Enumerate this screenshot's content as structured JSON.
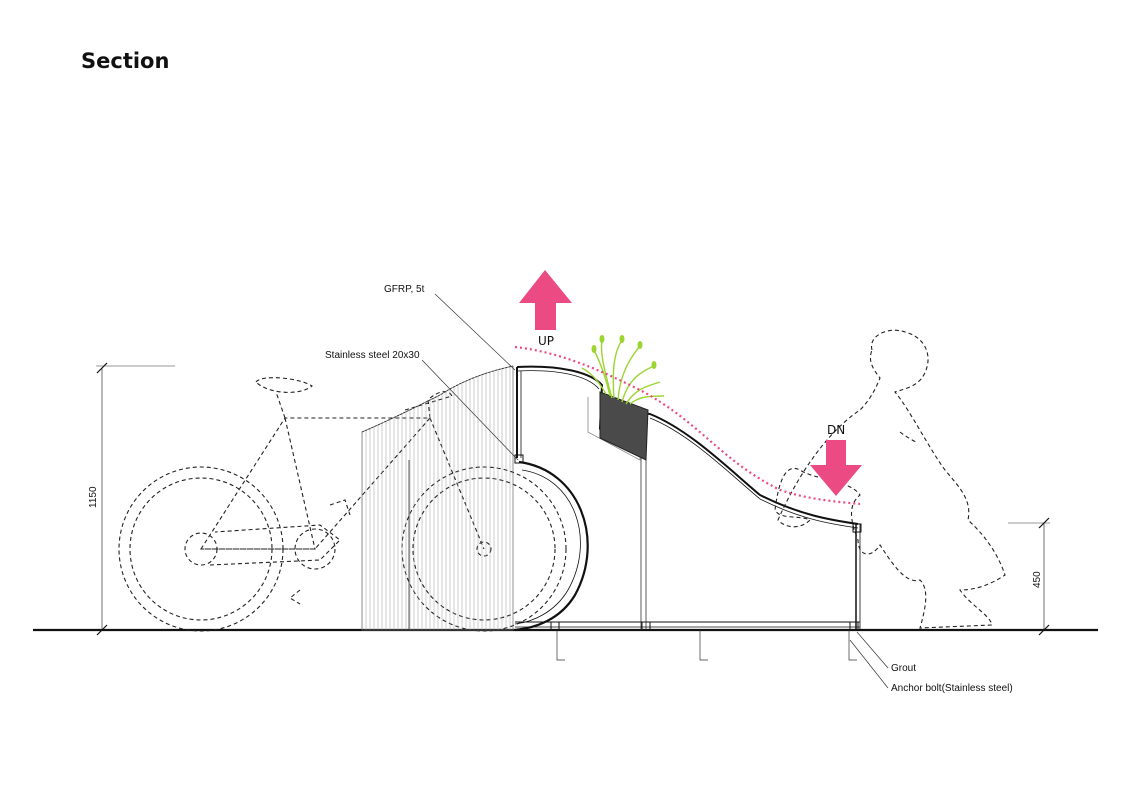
{
  "title": "Section",
  "labels": {
    "gfrp": "GFRP, 5t",
    "stainless": "Stainless steel  20x30",
    "up": "UP",
    "dn": "DN",
    "grout": "Grout",
    "anchor": "Anchor bolt(Stainless steel)"
  },
  "dimensions": {
    "total_height": "1150",
    "seat_height": "450"
  },
  "colors": {
    "arrow": "#ec4a82",
    "planter": "#4a4a4a",
    "grass": "#9cd52f"
  }
}
